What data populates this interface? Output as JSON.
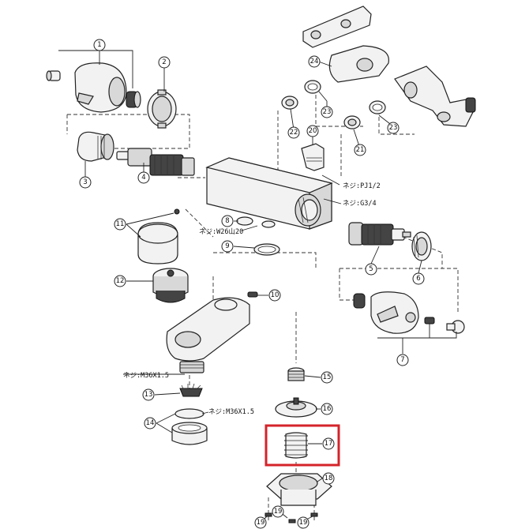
{
  "callouts": {
    "c1": "1",
    "c2": "2",
    "c3": "3",
    "c4": "4",
    "c5": "5",
    "c6": "6",
    "c7": "7",
    "c8": "8",
    "c9": "9",
    "c10": "10",
    "c11": "11",
    "c12": "12",
    "c13": "13",
    "c14": "14",
    "c15": "15",
    "c16": "16",
    "c17": "17",
    "c18": "18",
    "c19": "19",
    "c20": "20",
    "c21": "21",
    "c22": "22",
    "c23": "23",
    "c24": "24"
  },
  "notes": {
    "pj12": "ネジ:PJ1/2",
    "g34": "ネジ:G3/4",
    "w26": "ネジ:W26山20",
    "m36a": "ネジ:M36X1.5",
    "m36b": "ネジ:M36X1.5"
  },
  "highlight": {
    "part": "17",
    "color": "#d4232a"
  }
}
